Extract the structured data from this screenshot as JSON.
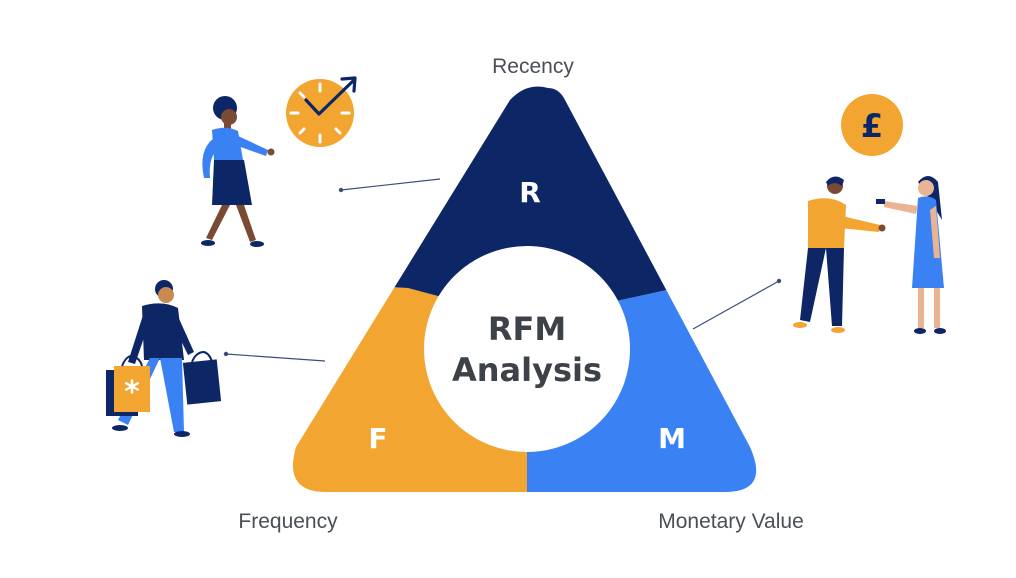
{
  "diagram": {
    "title_line1": "RFM",
    "title_line2": "Analysis",
    "segments": {
      "recency": {
        "letter": "R",
        "label": "Recency",
        "color": "#0c2666"
      },
      "frequency": {
        "letter": "F",
        "label": "Frequency",
        "color": "#f2a531"
      },
      "monetary": {
        "letter": "M",
        "label": "Monetary Value",
        "color": "#3a82f3"
      }
    }
  },
  "icons": {
    "clock": "clock-icon",
    "pound": "pound-coin-icon",
    "pound_symbol": "£",
    "bag_symbol": "*"
  },
  "colors": {
    "navy": "#0c2666",
    "orange": "#f2a531",
    "blue": "#3a82f3",
    "text": "#4a4f57"
  }
}
